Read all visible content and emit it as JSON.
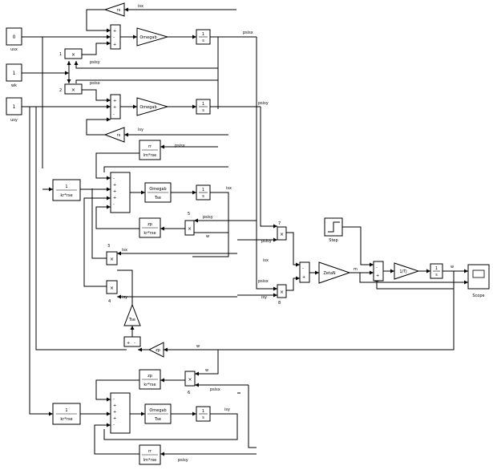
{
  "inputs": {
    "usx": {
      "value": "0",
      "label": "usx"
    },
    "wk": {
      "value": "1",
      "label": "wk"
    },
    "usy": {
      "value": "1",
      "label": "usy"
    }
  },
  "blocks": {
    "rs": "rs",
    "omega": "Omegab",
    "integrator_num": "1",
    "integrator_den": "s",
    "gain_lm_num": "rr",
    "gain_lm_den": "lm*rse",
    "gain_kr_num": "1",
    "gain_kr_den": "kr*rse",
    "omega_tse_num": "Omegab",
    "omega_tse_den": "Tse",
    "zp_num": "zp",
    "zp_den": "kr*rse",
    "tse": "Tse",
    "zp": "zp",
    "zetan": "ZetaN",
    "inv_tj": "1/Tj",
    "step": "Step",
    "scope": "Scope",
    "plus": "+",
    "minus": "-"
  },
  "signals": {
    "psisx": "psisx",
    "psisy": "psisy",
    "isx": "isx",
    "isy": "isy",
    "w": "w",
    "m": "m"
  },
  "products": [
    "1",
    "2",
    "3",
    "4",
    "5",
    "6",
    "7",
    "8"
  ]
}
